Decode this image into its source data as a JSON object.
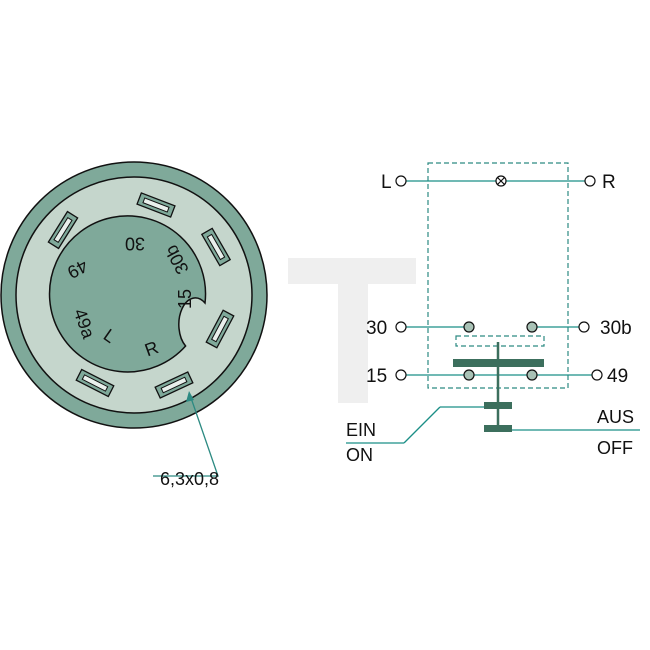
{
  "colors": {
    "connector_fill": "#7fa99a",
    "connector_inner": "#c5d6cc",
    "connector_outline": "#111111",
    "teal_line": "#2c8a82",
    "wire": "#1b8f87",
    "dashed": "#2c8a82",
    "terminal_fill": "#a9c2b6",
    "switch_dark": "#3c6f5d",
    "watermark": "#ededed"
  },
  "connector": {
    "pin_labels": [
      "30",
      "30b",
      "15",
      "R",
      "L",
      "49a",
      "49"
    ],
    "dimension_label": "6,3x0,8"
  },
  "schematic": {
    "top_left": "L",
    "top_right": "R",
    "mid_left": "30",
    "mid_right": "30b",
    "low_left": "15",
    "low_right": "49",
    "on_de": "EIN",
    "on_en": "ON",
    "off_de": "AUS",
    "off_en": "OFF"
  },
  "icons": {
    "lamp": "lamp-x-icon",
    "terminal": "terminal-circle-icon"
  }
}
